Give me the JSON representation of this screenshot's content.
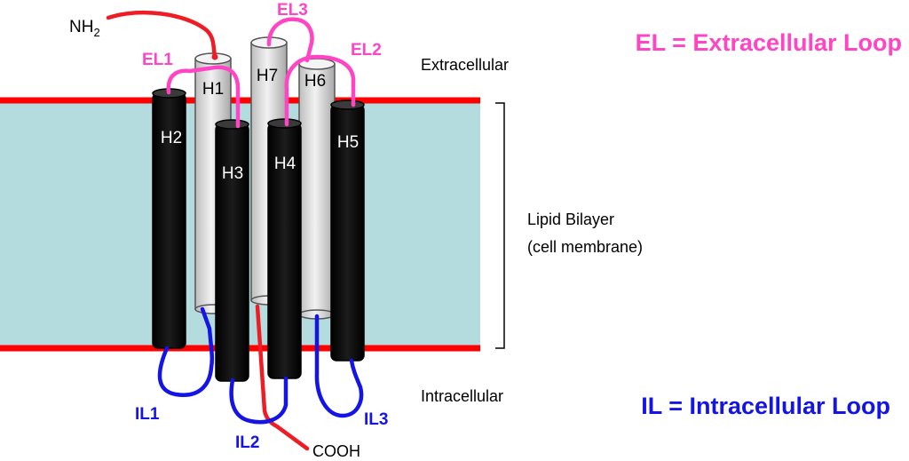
{
  "labels": {
    "nh2": "NH",
    "nh2_sub": "2",
    "cooh": "COOH",
    "extracellular": "Extracellular",
    "intracellular": "Intracellular",
    "lipid_bilayer": "Lipid Bilayer",
    "cell_membrane": "(cell membrane)"
  },
  "legend": {
    "el": "EL = Extracellular Loop",
    "il": "IL = Intracellular Loop"
  },
  "helices": [
    "H1",
    "H2",
    "H3",
    "H4",
    "H5",
    "H6",
    "H7"
  ],
  "extracellular_loops": [
    "EL1",
    "EL2",
    "EL3"
  ],
  "intracellular_loops": [
    "IL1",
    "IL2",
    "IL3"
  ],
  "colors": {
    "membrane_fill": "#b4dcdf",
    "membrane_edge": "#ff0000",
    "extracellular_loop": "#ff44c4",
    "intracellular_loop": "#1414e6",
    "terminus_line": "#ee1c24",
    "dark_helix": "#000000",
    "light_helix": "#d4d4d4"
  }
}
